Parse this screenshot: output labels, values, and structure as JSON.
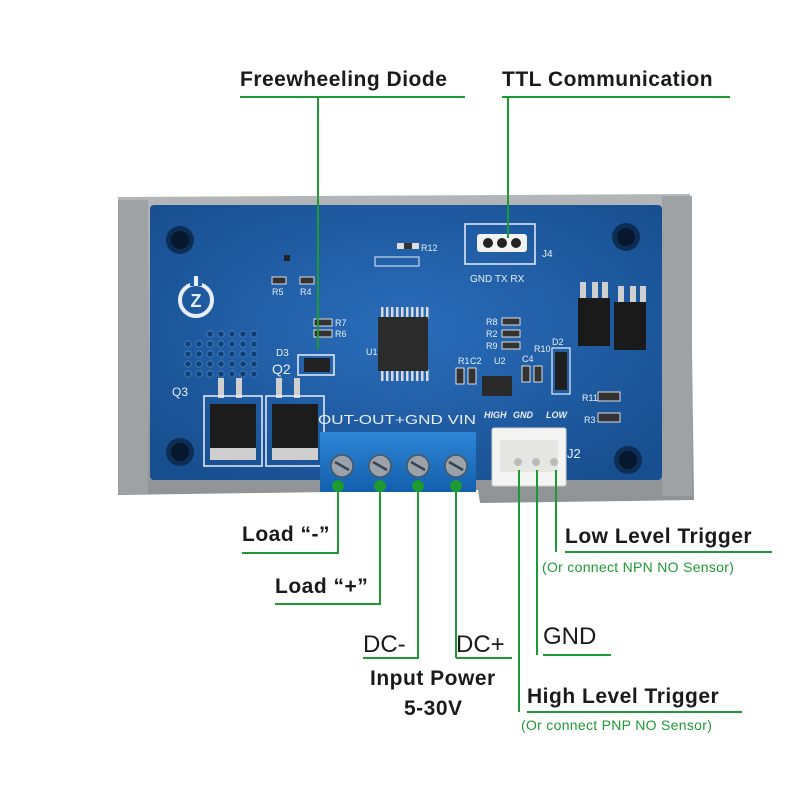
{
  "callouts": {
    "freewheeling_diode": "Freewheeling Diode",
    "ttl_communication": "TTL Communication",
    "load_minus": "Load “-”",
    "load_plus": "Load “+”",
    "dc_minus": "DC-",
    "dc_plus": "DC+",
    "input_power": "Input Power",
    "input_voltage": "5-30V",
    "low_level_trigger": "Low Level Trigger",
    "low_level_note": "(Or connect NPN NO Sensor)",
    "gnd": "GND",
    "high_level_trigger": "High Level Trigger",
    "high_level_note": "(Or connect PNP NO Sensor)"
  },
  "board": {
    "j4_pins": "GND TX  RX",
    "j4_ref": "J4",
    "j2_ref": "J2",
    "terminal_labels": "OUT-OUT+GND VIN",
    "trigger_labels": [
      "HIGH",
      "GND",
      "LOW"
    ],
    "refs": {
      "r12": "R12",
      "r5": "R5",
      "r4": "R4",
      "r7": "R7",
      "r6": "R6",
      "d3": "D3",
      "q2": "Q2",
      "q3": "Q3",
      "u1": "U1",
      "r8": "R8",
      "r2": "R2",
      "r9": "R9",
      "r1": "R1",
      "c2": "C2",
      "u2": "U2",
      "c4": "C4",
      "r10": "R10",
      "d2": "D2",
      "r11": "R11",
      "r3": "R3"
    }
  },
  "colors": {
    "leader_line": "#1e9a35",
    "pcb": "#1f5fa6",
    "terminal_block": "#1a73c9",
    "enclosure": "#a6aaad"
  }
}
